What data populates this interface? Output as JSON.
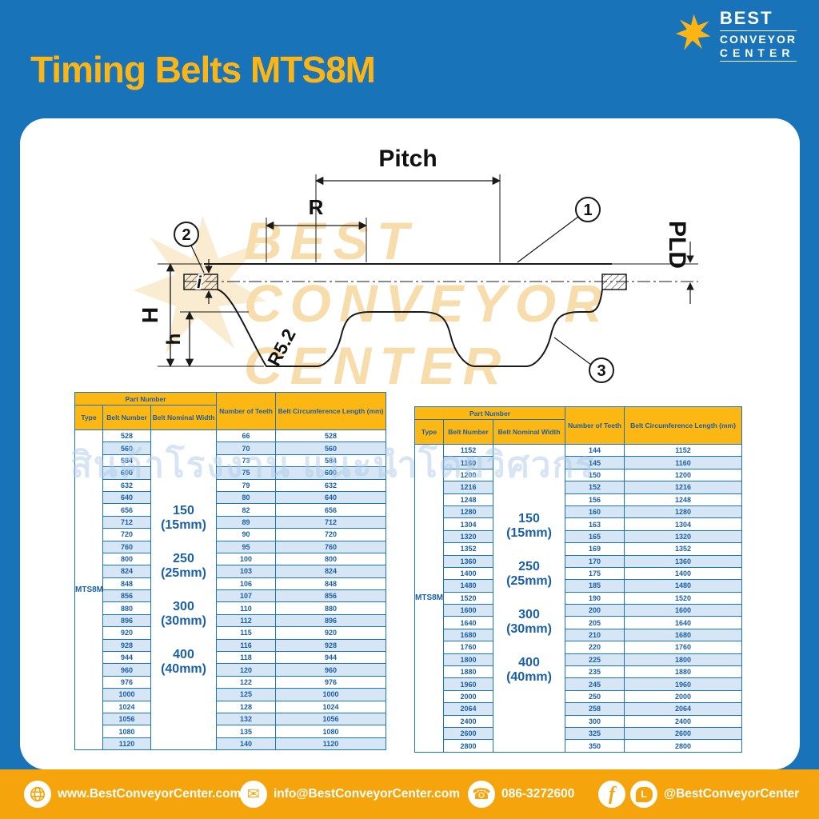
{
  "header": {
    "title": "Timing Belts MTS8M"
  },
  "logo": {
    "line1": "BEST",
    "line2": "CONVEYOR",
    "line3": "CENTER"
  },
  "diagram": {
    "labels": {
      "pitch": "Pitch",
      "radius": "R",
      "pld": "PLD",
      "height_total": "H",
      "height_tooth": "h",
      "thickness": "i",
      "root_radius": "R5.2"
    },
    "callouts": {
      "c1": "1",
      "c2": "2",
      "c3": "3"
    }
  },
  "watermark": {
    "line1": "BEST",
    "line2": "CONVEYOR",
    "line3": "CENTER",
    "thai": "สินค้าโรงงาน แนะนำโดยวิศวกร"
  },
  "tables": {
    "headers": {
      "part_number": "Part Number",
      "type": "Type",
      "belt_number": "Belt Number",
      "belt_nominal_width": "Belt Nominal Width",
      "number_of_teeth": "Number of Teeth",
      "belt_circumference": "Belt Circumference Length (mm)"
    },
    "left": {
      "type": "MTS8M",
      "widths": [
        [
          "150",
          "(15mm)"
        ],
        [
          "250",
          "(25mm)"
        ],
        [
          "300",
          "(30mm)"
        ],
        [
          "400",
          "(40mm)"
        ]
      ],
      "rows": [
        [
          528,
          66,
          528
        ],
        [
          560,
          70,
          560
        ],
        [
          584,
          73,
          584
        ],
        [
          600,
          75,
          600
        ],
        [
          632,
          79,
          632
        ],
        [
          640,
          80,
          640
        ],
        [
          656,
          82,
          656
        ],
        [
          712,
          89,
          712
        ],
        [
          720,
          90,
          720
        ],
        [
          760,
          95,
          760
        ],
        [
          800,
          100,
          800
        ],
        [
          824,
          103,
          824
        ],
        [
          848,
          106,
          848
        ],
        [
          856,
          107,
          856
        ],
        [
          880,
          110,
          880
        ],
        [
          896,
          112,
          896
        ],
        [
          920,
          115,
          920
        ],
        [
          928,
          116,
          928
        ],
        [
          944,
          118,
          944
        ],
        [
          960,
          120,
          960
        ],
        [
          976,
          122,
          976
        ],
        [
          1000,
          125,
          1000
        ],
        [
          1024,
          128,
          1024
        ],
        [
          1056,
          132,
          1056
        ],
        [
          1080,
          135,
          1080
        ],
        [
          1120,
          140,
          1120
        ]
      ]
    },
    "right": {
      "type": "MTS8M",
      "widths": [
        [
          "150",
          "(15mm)"
        ],
        [
          "250",
          "(25mm)"
        ],
        [
          "300",
          "(30mm)"
        ],
        [
          "400",
          "(40mm)"
        ]
      ],
      "rows": [
        [
          1152,
          144,
          1152
        ],
        [
          1160,
          145,
          1160
        ],
        [
          1200,
          150,
          1200
        ],
        [
          1216,
          152,
          1216
        ],
        [
          1248,
          156,
          1248
        ],
        [
          1280,
          160,
          1280
        ],
        [
          1304,
          163,
          1304
        ],
        [
          1320,
          165,
          1320
        ],
        [
          1352,
          169,
          1352
        ],
        [
          1360,
          170,
          1360
        ],
        [
          1400,
          175,
          1400
        ],
        [
          1480,
          185,
          1480
        ],
        [
          1520,
          190,
          1520
        ],
        [
          1600,
          200,
          1600
        ],
        [
          1640,
          205,
          1640
        ],
        [
          1680,
          210,
          1680
        ],
        [
          1760,
          220,
          1760
        ],
        [
          1800,
          225,
          1800
        ],
        [
          1880,
          235,
          1880
        ],
        [
          1960,
          245,
          1960
        ],
        [
          2000,
          250,
          2000
        ],
        [
          2064,
          258,
          2064
        ],
        [
          2400,
          300,
          2400
        ],
        [
          2600,
          325,
          2600
        ],
        [
          2800,
          350,
          2800
        ]
      ]
    }
  },
  "footer": {
    "website": "www.BestConveyorCenter.com",
    "email": "info@BestConveyorCenter.com",
    "phone": "086-3272600",
    "line_id": "@BestConveyorCenter",
    "icons": {
      "envelope": "✉",
      "phone": "☎",
      "facebook": "f",
      "line": "L"
    }
  },
  "colors": {
    "background_blue": "#1873b9",
    "accent_yellow": "#fdb515",
    "footer_orange": "#f6a40b",
    "table_header_yellow": "#fdb712",
    "table_text_blue": "#1a5fa9",
    "row_stripe": "#d7e6f4"
  }
}
